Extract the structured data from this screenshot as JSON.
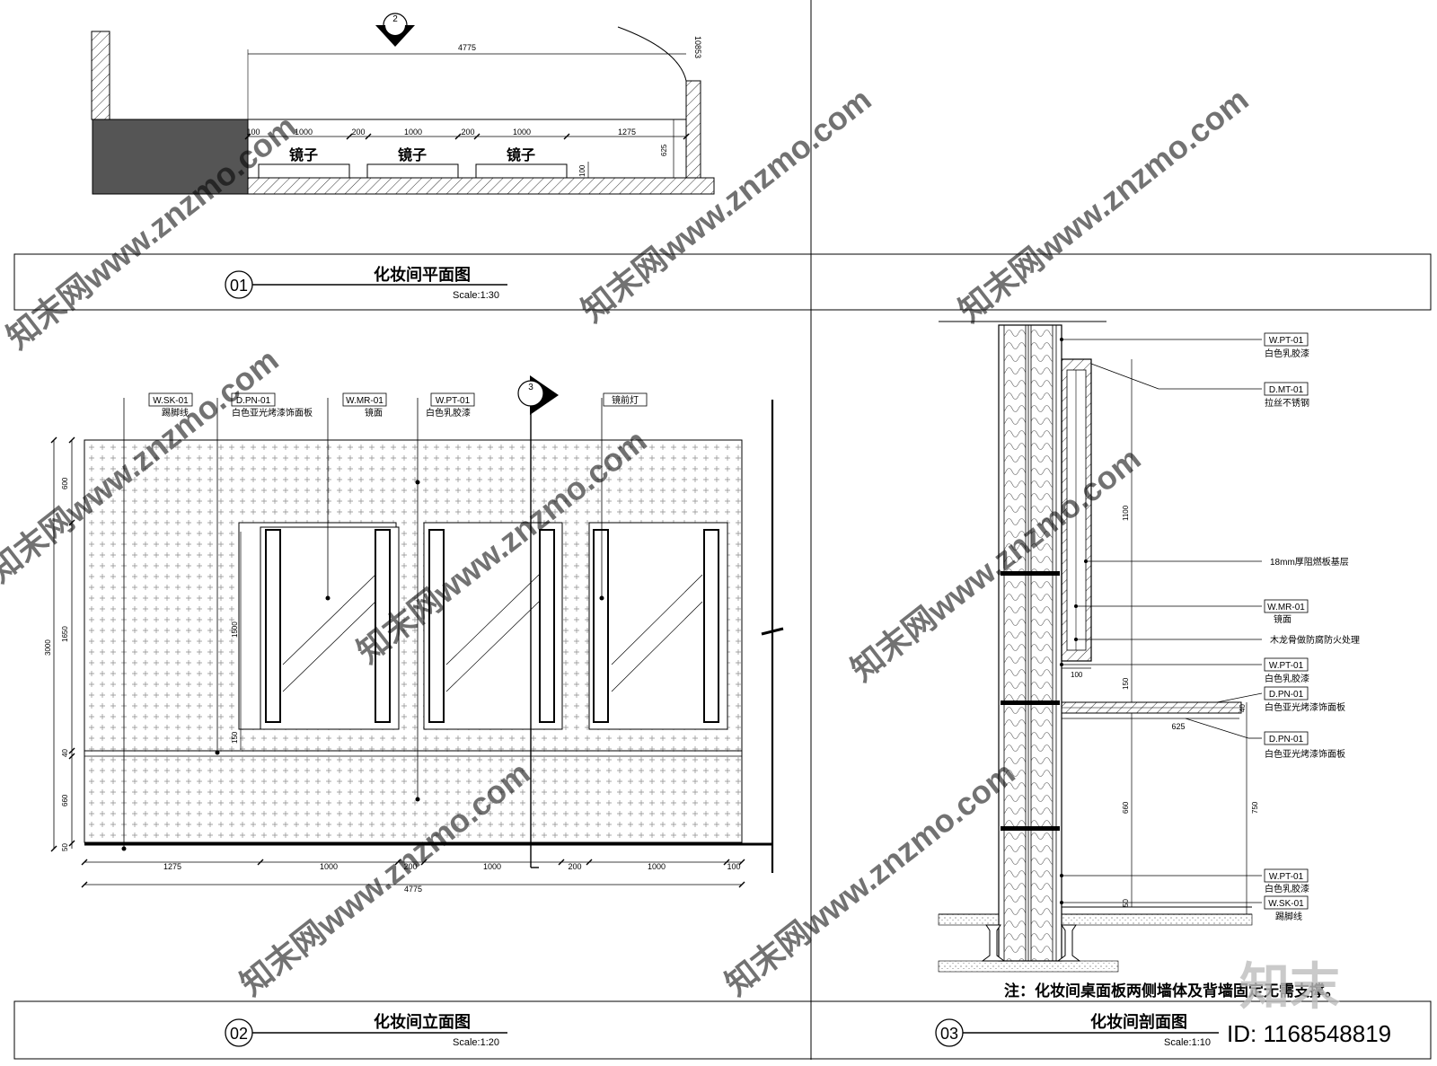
{
  "panels": {
    "plan": {
      "number": "01",
      "title": "化妆间平面图",
      "scale": "Scale:1:30",
      "section_marker": "2",
      "dims_top": {
        "overall": "4775",
        "right": "10853"
      },
      "dims_row": [
        "100",
        "1000",
        "200",
        "1000",
        "200",
        "1000",
        "1275"
      ],
      "mirror_labels": [
        "镜子",
        "镜子",
        "镜子"
      ],
      "dims_vertical": [
        "625",
        "100"
      ]
    },
    "elevation": {
      "number": "02",
      "title": "化妆间立面图",
      "scale": "Scale:1:20",
      "section_marker": "3",
      "tags": [
        {
          "code": "W.SK-01",
          "desc": "踢脚线"
        },
        {
          "code": "D.PN-01",
          "desc": "白色亚光烤漆饰面板"
        },
        {
          "code": "W.MR-01",
          "desc": "镜面"
        },
        {
          "code": "W.PT-01",
          "desc": "白色乳胶漆"
        },
        {
          "code": "镜前灯",
          "desc": ""
        }
      ],
      "dims_left": [
        "600",
        "1650",
        "40",
        "660",
        "50"
      ],
      "dim_left_total": "3000",
      "dims_inner": [
        "1500",
        "150"
      ],
      "dims_bottom": [
        "1275",
        "1000",
        "200",
        "1000",
        "200",
        "1000",
        "100"
      ],
      "dim_bottom_total": "4775"
    },
    "section": {
      "number": "03",
      "title": "化妆间剖面图",
      "scale": "Scale:1:10",
      "tags": [
        {
          "code": "W.PT-01",
          "desc": "白色乳胶漆"
        },
        {
          "code": "D.MT-01",
          "desc": "拉丝不锈钢"
        },
        {
          "code": "",
          "desc": "18mm厚阻燃板基层"
        },
        {
          "code": "W.MR-01",
          "desc": "镜面"
        },
        {
          "code": "",
          "desc": "木龙骨做防腐防火处理"
        },
        {
          "code": "W.PT-01",
          "desc": "白色乳胶漆"
        },
        {
          "code": "D.PN-01",
          "desc": "白色亚光烤漆饰面板"
        },
        {
          "code": "D.PN-01",
          "desc": "白色亚光烤漆饰面板"
        },
        {
          "code": "W.PT-01",
          "desc": "白色乳胶漆"
        },
        {
          "code": "W.SK-01",
          "desc": "踢脚线"
        }
      ],
      "dims": {
        "mirror_h": "1100",
        "offset": "100",
        "gap": "150",
        "top_thk": "40",
        "depth": "625",
        "under": "660",
        "total": "750",
        "base": "50"
      },
      "note": "注：化妆间桌面板两侧墙体及背墙固定无需支撑。"
    }
  },
  "watermark": {
    "text": "知末网www.znzmo.com",
    "id": "ID: 1168548819",
    "logo": "知末"
  }
}
